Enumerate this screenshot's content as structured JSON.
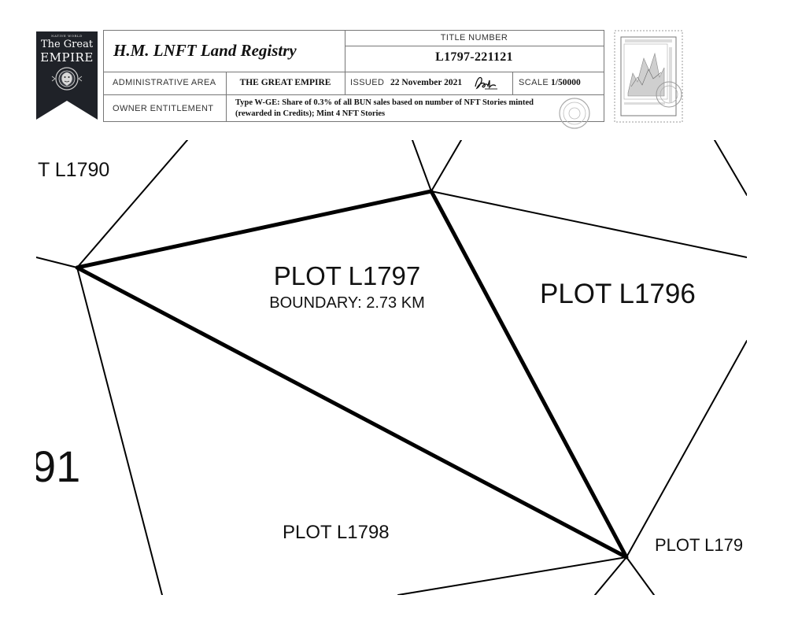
{
  "emblem": {
    "small_text": "NATIVE WORLD",
    "line1": "The Great",
    "line2": "EMPIRE",
    "colors": {
      "banner": "#1f2228",
      "text": "#ffffff"
    },
    "icon": "lion-crest-icon"
  },
  "registry": {
    "title": "H.M. LNFT Land Registry",
    "title_number_label": "TITLE NUMBER",
    "title_number": "L1797-221121",
    "admin_area_label": "ADMINISTRATIVE AREA",
    "admin_area": "THE GREAT EMPIRE",
    "issued_label": "ISSUED",
    "issued_date": "22 November 2021",
    "scale_label": "SCALE",
    "scale": "1/50000",
    "owner_label": "OWNER ENTITLEMENT",
    "owner_line1": "Type W-GE: Share of 0.3% of all BUN sales based on number of NFT Stories minted",
    "owner_line2": "(rewarded in Credits); Mint 4 NFT Stories"
  },
  "stamp": {
    "icon": "postage-stamp-icon",
    "seal_icon": "round-seal-icon"
  },
  "map": {
    "plots": [
      {
        "id": "L1790",
        "label": "T L1790"
      },
      {
        "id": "L1797",
        "label": "PLOT L1797",
        "sub": "BOUNDARY: 2.73 KM"
      },
      {
        "id": "L1796",
        "label": "PLOT L1796"
      },
      {
        "id": "L1791",
        "label": "91"
      },
      {
        "id": "L1798",
        "label": "PLOT L1798"
      },
      {
        "id": "L1799",
        "label": "PLOT L179"
      }
    ]
  }
}
